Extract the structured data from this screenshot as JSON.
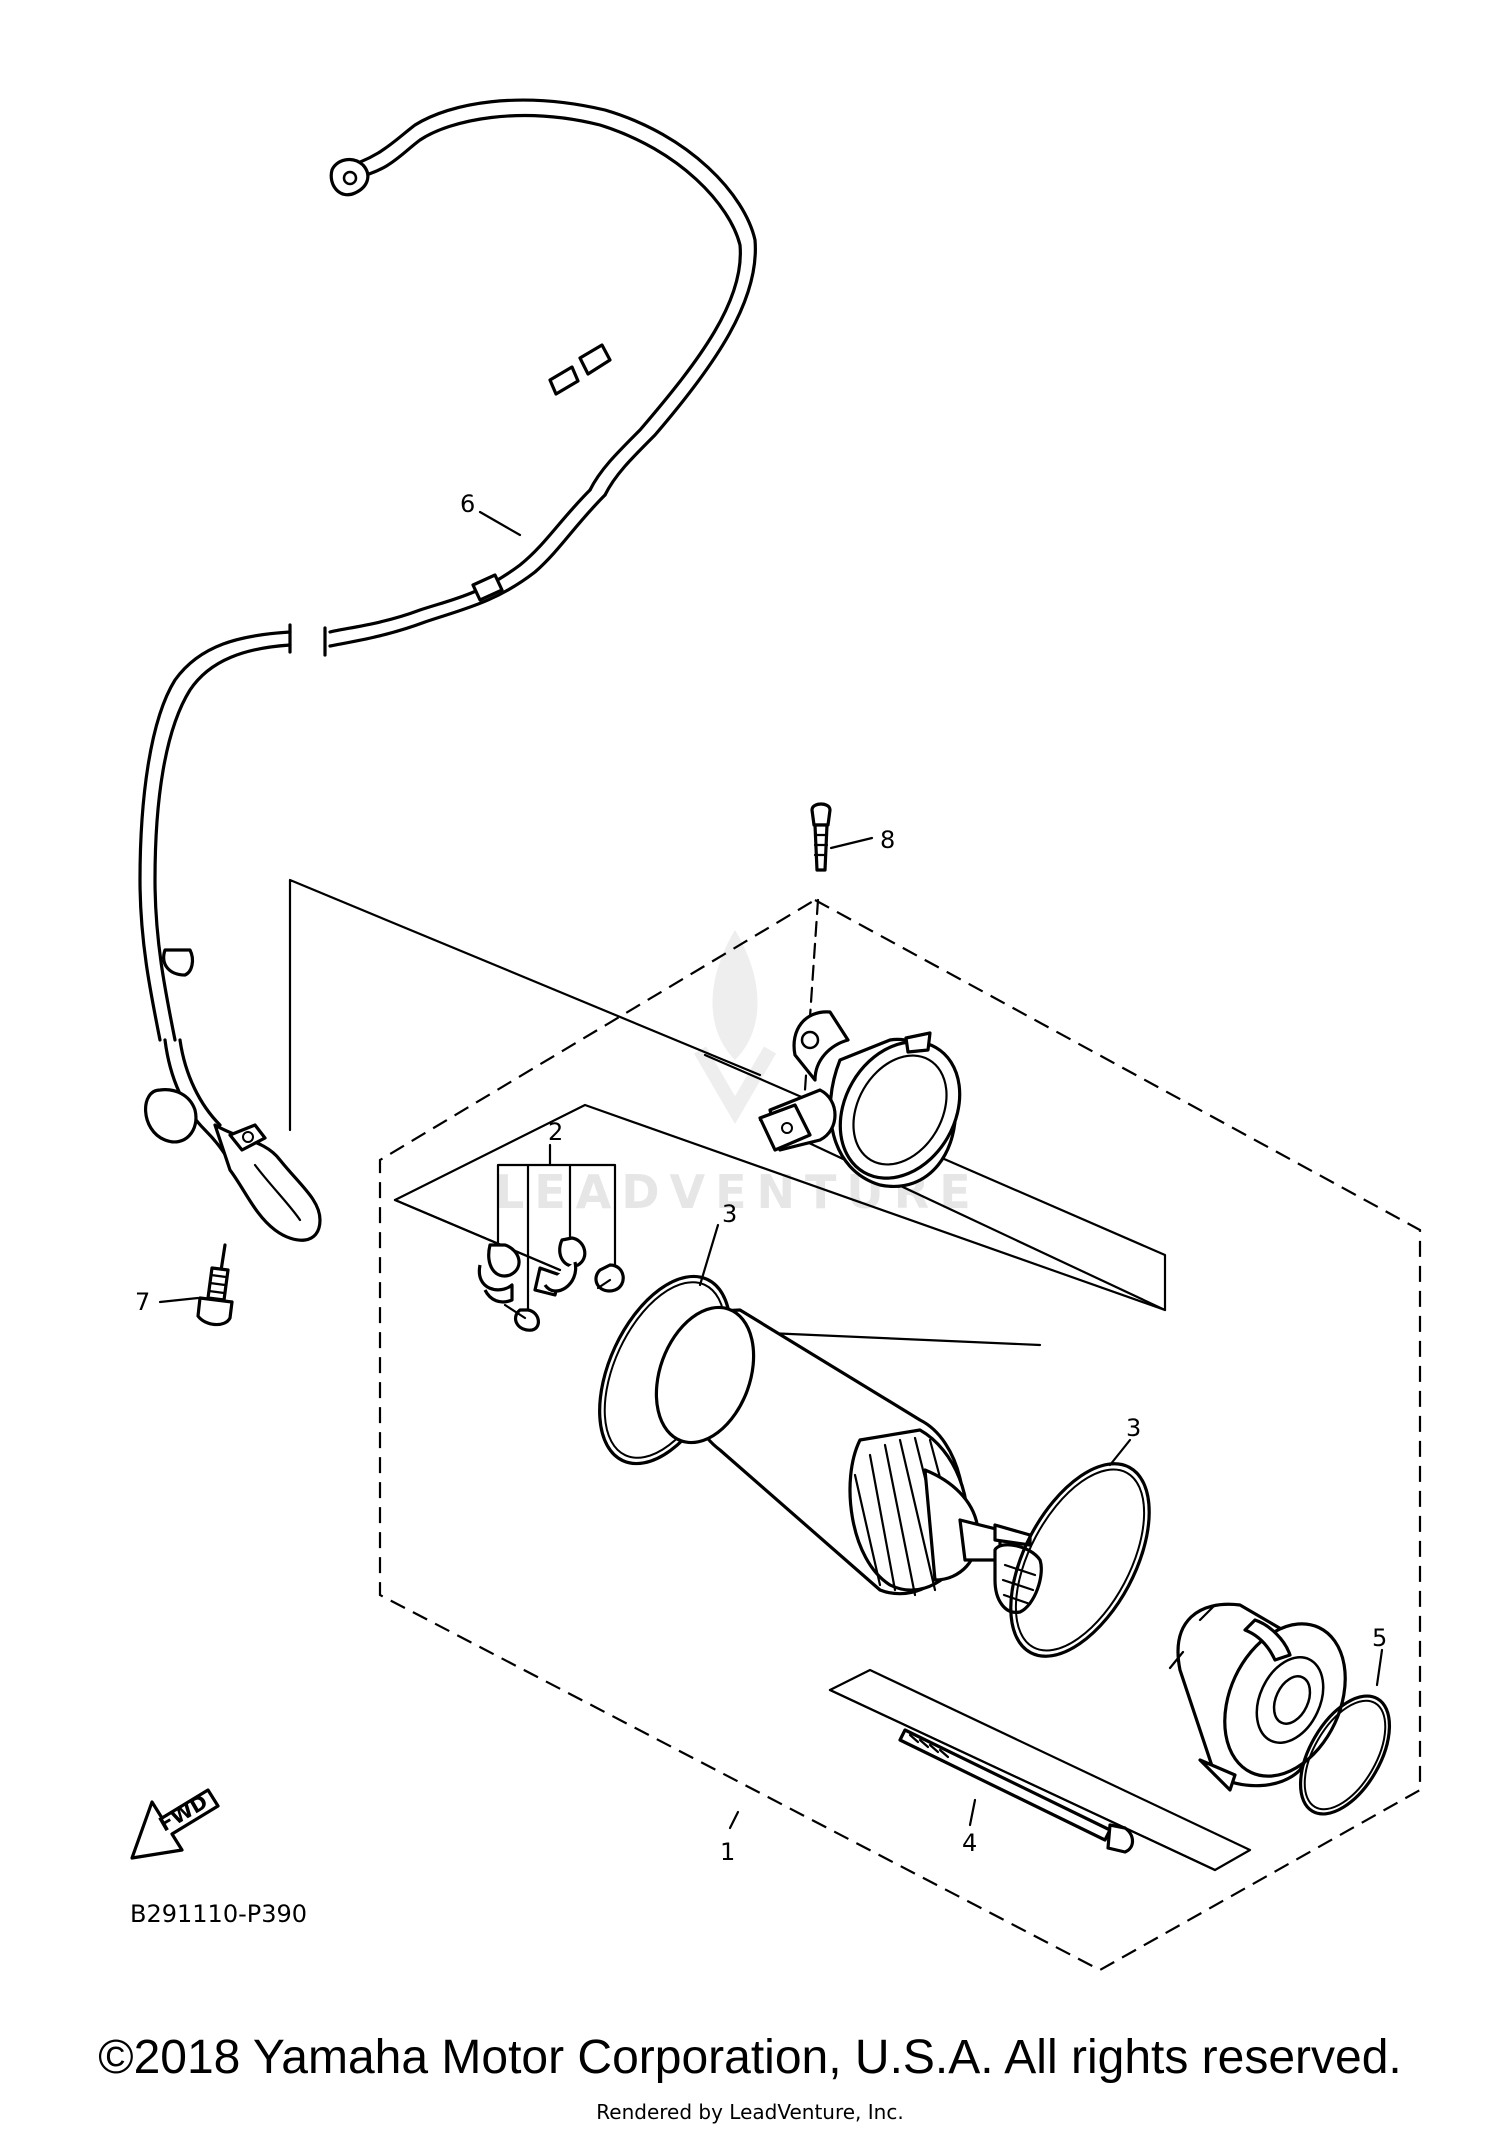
{
  "diagram": {
    "callouts": [
      {
        "id": "callout-1",
        "label": "1"
      },
      {
        "id": "callout-2",
        "label": "2"
      },
      {
        "id": "callout-3a",
        "label": "3"
      },
      {
        "id": "callout-3b",
        "label": "3"
      },
      {
        "id": "callout-4",
        "label": "4"
      },
      {
        "id": "callout-5",
        "label": "5"
      },
      {
        "id": "callout-6",
        "label": "6"
      },
      {
        "id": "callout-7",
        "label": "7"
      },
      {
        "id": "callout-8",
        "label": "8"
      }
    ],
    "fwd_label": "FWD",
    "watermark": "LEADVENTURE",
    "code": "B291110-P390"
  },
  "footer": {
    "copyright": "©2018 Yamaha Motor Corporation, U.S.A. All rights reserved.",
    "rendered_by": "Rendered by LeadVenture, Inc."
  }
}
